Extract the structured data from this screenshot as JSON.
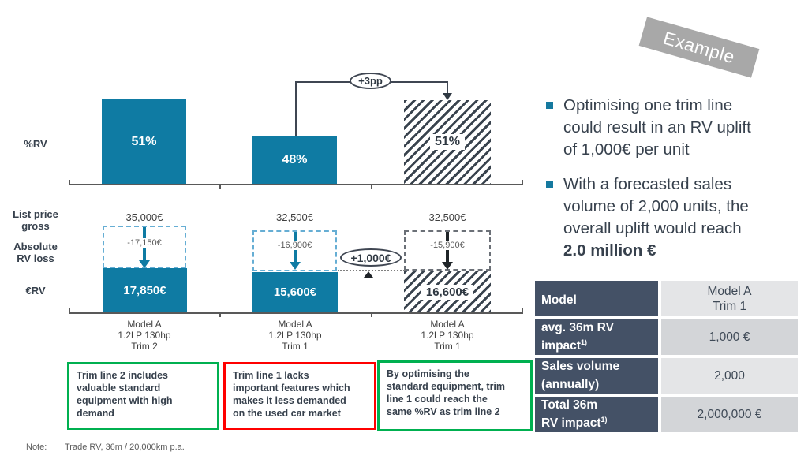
{
  "example_label": "Example",
  "colors": {
    "accent_teal": "#0f7ba3",
    "dark_text": "#37414d",
    "callout_green": "#00b050",
    "callout_red": "#ff0000",
    "table_header_bg": "#445166",
    "banner_gray": "#a8a8a8"
  },
  "chart": {
    "row_labels": {
      "rv_pct": "%RV",
      "list_price": "List price\ngross",
      "rv_loss": "Absolute\nRV loss",
      "rv_eur": "€RV"
    },
    "uplift_pp": "+3pp",
    "uplift_eur": "+1,000€",
    "columns": [
      {
        "rv_pct": "51%",
        "list_price": "35,000€",
        "rv_loss": "-17,150€",
        "rv_eur": "17,850€",
        "label": "Model A\n1.2l P 130hp\nTrim 2"
      },
      {
        "rv_pct": "48%",
        "list_price": "32,500€",
        "rv_loss": "-16,900€",
        "rv_eur": "15,600€",
        "label": "Model A\n1.2l P 130hp\nTrim 1"
      },
      {
        "rv_pct": "51%",
        "list_price": "32,500€",
        "rv_loss": "-15,900€",
        "rv_eur": "16,600€",
        "label": "Model A\n1.2l P 130hp\nTrim 1"
      }
    ]
  },
  "callouts": [
    {
      "text": "Trim line 2 includes\nvaluable standard\nequipment with high\ndemand"
    },
    {
      "text": "Trim line 1 lacks\nimportant features which\nmakes it less demanded\non the used car market"
    },
    {
      "text": "By optimising the\nstandard equipment, trim\nline 1 could reach the\nsame %RV as trim line 2"
    }
  ],
  "bullets": [
    {
      "text": "Optimising one trim line\ncould result in an RV uplift\nof 1,000€ per unit",
      "bold": ""
    },
    {
      "text": "With a forecasted sales\nvolume of 2,000 units, the\noverall uplift would reach\n",
      "bold": "2.0 million €"
    }
  ],
  "table": {
    "rows": [
      {
        "label": "Model",
        "sup": "",
        "value": "Model A\nTrim 1"
      },
      {
        "label": "avg. 36m RV\nimpact",
        "sup": "1)",
        "value": "1,000 €"
      },
      {
        "label": "Sales volume\n(annually)",
        "sup": "",
        "value": "2,000"
      },
      {
        "label": "Total 36m\nRV impact",
        "sup": "1)",
        "value": "2,000,000 €"
      }
    ]
  },
  "note": {
    "label": "Note:",
    "text": "Trade RV, 36m / 20,000km p.a."
  },
  "chart_data": [
    {
      "type": "bar",
      "title": "%RV",
      "categories": [
        "Model A 1.2l P 130hp Trim 2",
        "Model A 1.2l P 130hp Trim 1",
        "Model A 1.2l P 130hp Trim 1 (optimised)"
      ],
      "values": [
        51,
        48,
        51
      ],
      "unit": "%",
      "ylim": [
        0,
        60
      ],
      "annotations": [
        "+3pp uplift for optimised Trim 1 vs current Trim 1"
      ]
    },
    {
      "type": "bar",
      "title": "List price gross, absolute RV loss and €RV",
      "categories": [
        "Model A 1.2l P 130hp Trim 2",
        "Model A 1.2l P 130hp Trim 1",
        "Model A 1.2l P 130hp Trim 1 (optimised)"
      ],
      "series": [
        {
          "name": "List price gross (€)",
          "values": [
            35000,
            32500,
            32500
          ]
        },
        {
          "name": "Absolute RV loss (€)",
          "values": [
            -17150,
            -16900,
            -15900
          ]
        },
        {
          "name": "€RV (€)",
          "values": [
            17850,
            15600,
            16600
          ]
        }
      ],
      "annotations": [
        "+1,000€ €RV uplift for optimised Trim 1 vs current Trim 1"
      ]
    },
    {
      "type": "table",
      "title": "RV impact summary",
      "rows": [
        [
          "Model",
          "Model A Trim 1"
        ],
        [
          "avg. 36m RV impact 1)",
          "1,000 €"
        ],
        [
          "Sales volume (annually)",
          "2,000"
        ],
        [
          "Total 36m RV impact 1)",
          "2,000,000 €"
        ]
      ]
    }
  ]
}
